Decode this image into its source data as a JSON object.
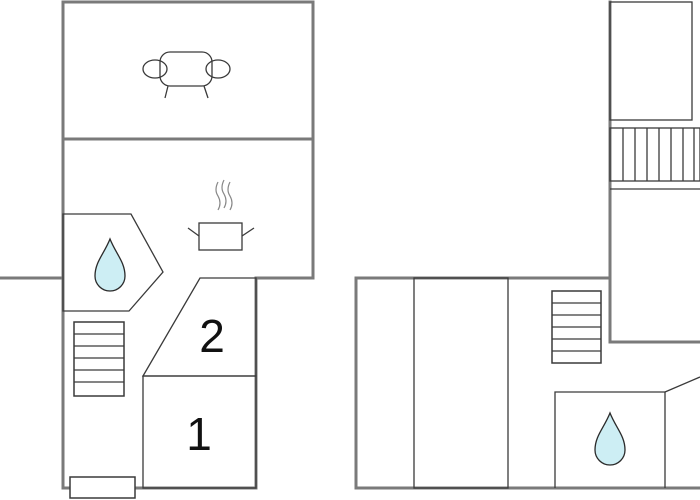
{
  "rooms": [
    {
      "id": "room-2",
      "label": "2"
    },
    {
      "id": "room-1",
      "label": "1"
    }
  ],
  "icons": {
    "living_room": "sofa-icon",
    "kitchen": "cooking-pot-icon",
    "bathroom": "water-drop-icon",
    "stairs": "staircase-icon"
  },
  "colors": {
    "wall": "#7a7a7a",
    "line": "#3a3a3a",
    "water": "#cdeef4"
  }
}
